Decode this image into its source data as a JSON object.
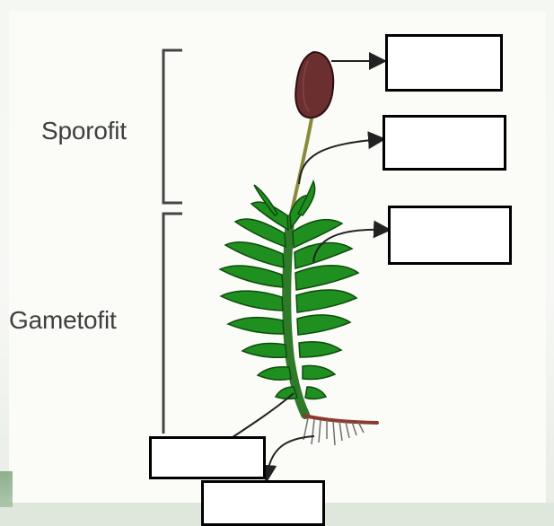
{
  "labels": {
    "sporophyte": "Sporofit",
    "gametophyte": "Gametofit"
  },
  "answer_boxes": [
    {
      "name": "capsule",
      "text": ""
    },
    {
      "name": "seta",
      "text": ""
    },
    {
      "name": "leaf",
      "text": ""
    },
    {
      "name": "stem",
      "text": ""
    },
    {
      "name": "rhizoid",
      "text": ""
    }
  ],
  "colors": {
    "capsule": "#6b2f2f",
    "leaf": "#1f8f1f",
    "stem": "#6b5a2f",
    "rhizoid": "#8b3a2f",
    "line": "#222222",
    "bracket": "#444444"
  }
}
